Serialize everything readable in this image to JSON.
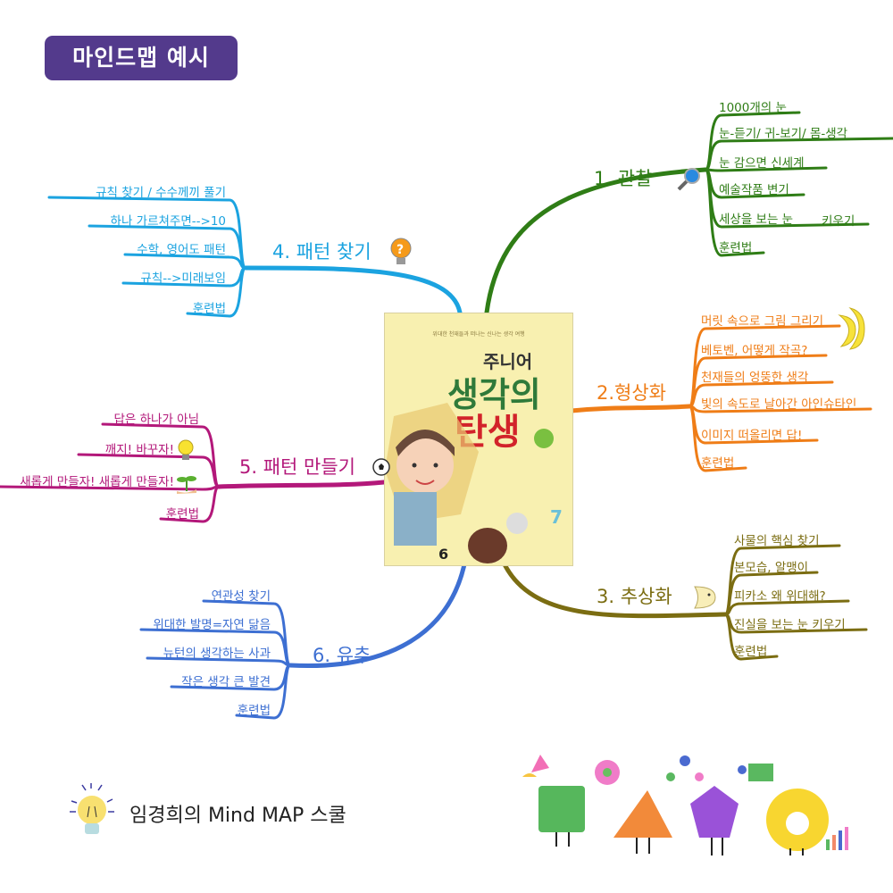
{
  "badge": "마인드맵 예시",
  "center": {
    "subtitle": "위대한 천재들과 떠나는 신나는 생각 여행",
    "series": "주니어",
    "title_line1": "생각의",
    "title_line2": "탄생"
  },
  "branches": [
    {
      "label": "1. 관찰",
      "color": "#2f7d16",
      "icon": "magnifier-icon",
      "items": [
        "1000개의 눈",
        "눈-듣기/ 귀-보기/ 몸-생각",
        "눈 감으면 신세계",
        "예술작품 변기",
        "세상을 보는 눈",
        "훈련법"
      ],
      "extra": "키우기"
    },
    {
      "label": "2.형상화",
      "color": "#ef7d17",
      "icon": "moon-icon",
      "items": [
        "머릿 속으로 그림 그리기",
        "베토벤, 어떻게 작곡?",
        "천재들의 엉뚱한 생각",
        "빛의 속도로 날아간 아인슈타인",
        "이미지 떠올리면 답!",
        "훈련법"
      ]
    },
    {
      "label": "3. 추상화",
      "color": "#7b6d12",
      "icon": "fish-icon",
      "items": [
        "사물의 핵심 찾기",
        "본모습, 알맹이",
        "피카소 왜 위대해?",
        "진실을 보는 눈 키우기",
        "훈련법"
      ]
    },
    {
      "label": "4. 패턴 찾기",
      "color": "#1ba3e0",
      "icon": "question-bulb-icon",
      "items": [
        "규칙 찾기 / 수수께끼 풀기",
        "하나 가르쳐주면-->10",
        "수학, 영어도 패턴",
        "규칙-->미래보임",
        "훈련법"
      ]
    },
    {
      "label": "5. 패턴 만들기",
      "color": "#b3187a",
      "icon": "soccer-ball-icon",
      "items": [
        "답은 하나가 아님",
        "깨지! 바꾸자!",
        "새롭게 만들자! 새롭게 만들자!",
        "훈련법"
      ]
    },
    {
      "label": "6. 유추",
      "color": "#3d6fd2",
      "icon": "",
      "items": [
        "연관성 찾기",
        "위대한 발명=자연 닮음",
        "뉴턴의 생각하는 사과",
        "작은 생각 큰 발견",
        "훈련법"
      ]
    }
  ],
  "footer": "임경희의 Mind MAP 스쿨"
}
